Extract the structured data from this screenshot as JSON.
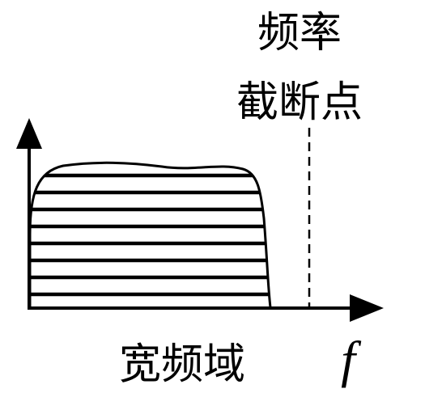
{
  "labels": {
    "cutoff_line1": "频率",
    "cutoff_line2": "截断点",
    "band": "宽频域",
    "axis_symbol": "f"
  },
  "colors": {
    "ink": "#000000",
    "background": "#ffffff"
  }
}
